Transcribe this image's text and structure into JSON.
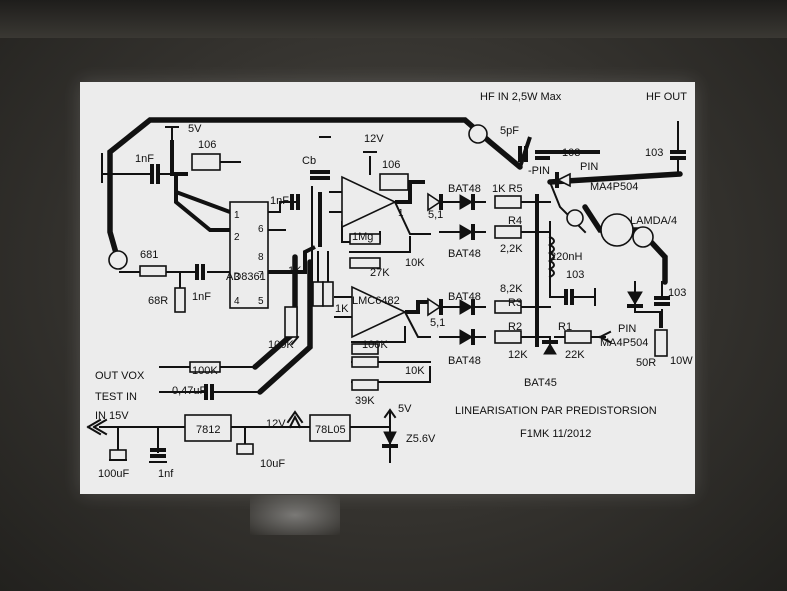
{
  "labels": {
    "hf_in": "HF  IN  2,5W Max",
    "hf_out": "HF  OUT",
    "pin_top": "PIN",
    "pin_top2": "-PIN",
    "ma4p504_top": "MA4P504",
    "lamda": "LAMDA/4",
    "pin_bottom": "PIN",
    "ma4p504_bottom": "MA4P504",
    "out_vox": "OUT VOX",
    "test_in": "TEST IN",
    "in_15v": "IN 15V",
    "v5_top": "5V",
    "v12_top": "12V",
    "v12_mid": "12V",
    "v5_mid": "5V",
    "title": "LINEARISATION PAR PREDISTORSION",
    "author": "F1MK  11/2012"
  },
  "components": {
    "c_1nf_left": "1nF",
    "c_106_left": "106",
    "c_1nf_ad": "1nF",
    "cb": "Cb",
    "c_106_mid": "106",
    "r_681": "681",
    "r_68r": "68R",
    "c_1nf_in": "1nF",
    "ic_ad8361": "AD8361",
    "pin1": "1",
    "pin2": "2",
    "pin3": "3",
    "pin4": "4",
    "pin5": "5",
    "pin6": "6",
    "pin7": "7",
    "pin8": "8",
    "r_100k_pot": "100K",
    "r_1k": "1K",
    "r_1k_2": "1K",
    "ic_lmc6482": "LMC6482",
    "op_out1": "1",
    "r_1mg": "1Mg",
    "r_27k": "27K",
    "r_10k_top": "10K",
    "r_100k_op2": "100K",
    "r_10k_bot": "10K",
    "r_39k": "39K",
    "z_51_top": "5,1",
    "z_51_bot": "5,1",
    "d_bat48_1": "BAT48",
    "d_bat48_2": "BAT48",
    "d_bat48_3": "BAT48",
    "d_bat48_4": "BAT48",
    "r_1k_r5": "1K  R5",
    "r_r4": "R4",
    "r_22k_r4": "2,2K",
    "r_82k": "8,2K",
    "r_r3": "R3",
    "r_r2": "R2",
    "r_12k": "12K",
    "r_r1": "R1",
    "r_22k_r1": "22K",
    "d_bat45": "BAT45",
    "c_5pf": "5pF",
    "c_103_top": "103",
    "c_103_out": "103",
    "l_220nh": "220nH",
    "c_103_mid": "103",
    "c_103_right": "103",
    "r_50r": "50R",
    "r_10w": "10W",
    "r_100k_vox": "100K",
    "c_047uf": "0,47uF",
    "u_7812": "7812",
    "u_78l05": "78L05",
    "c_100uf": "100uF",
    "c_1nf_reg": "1nf",
    "c_10uf": "10uF",
    "z_56v": "Z5.6V"
  }
}
